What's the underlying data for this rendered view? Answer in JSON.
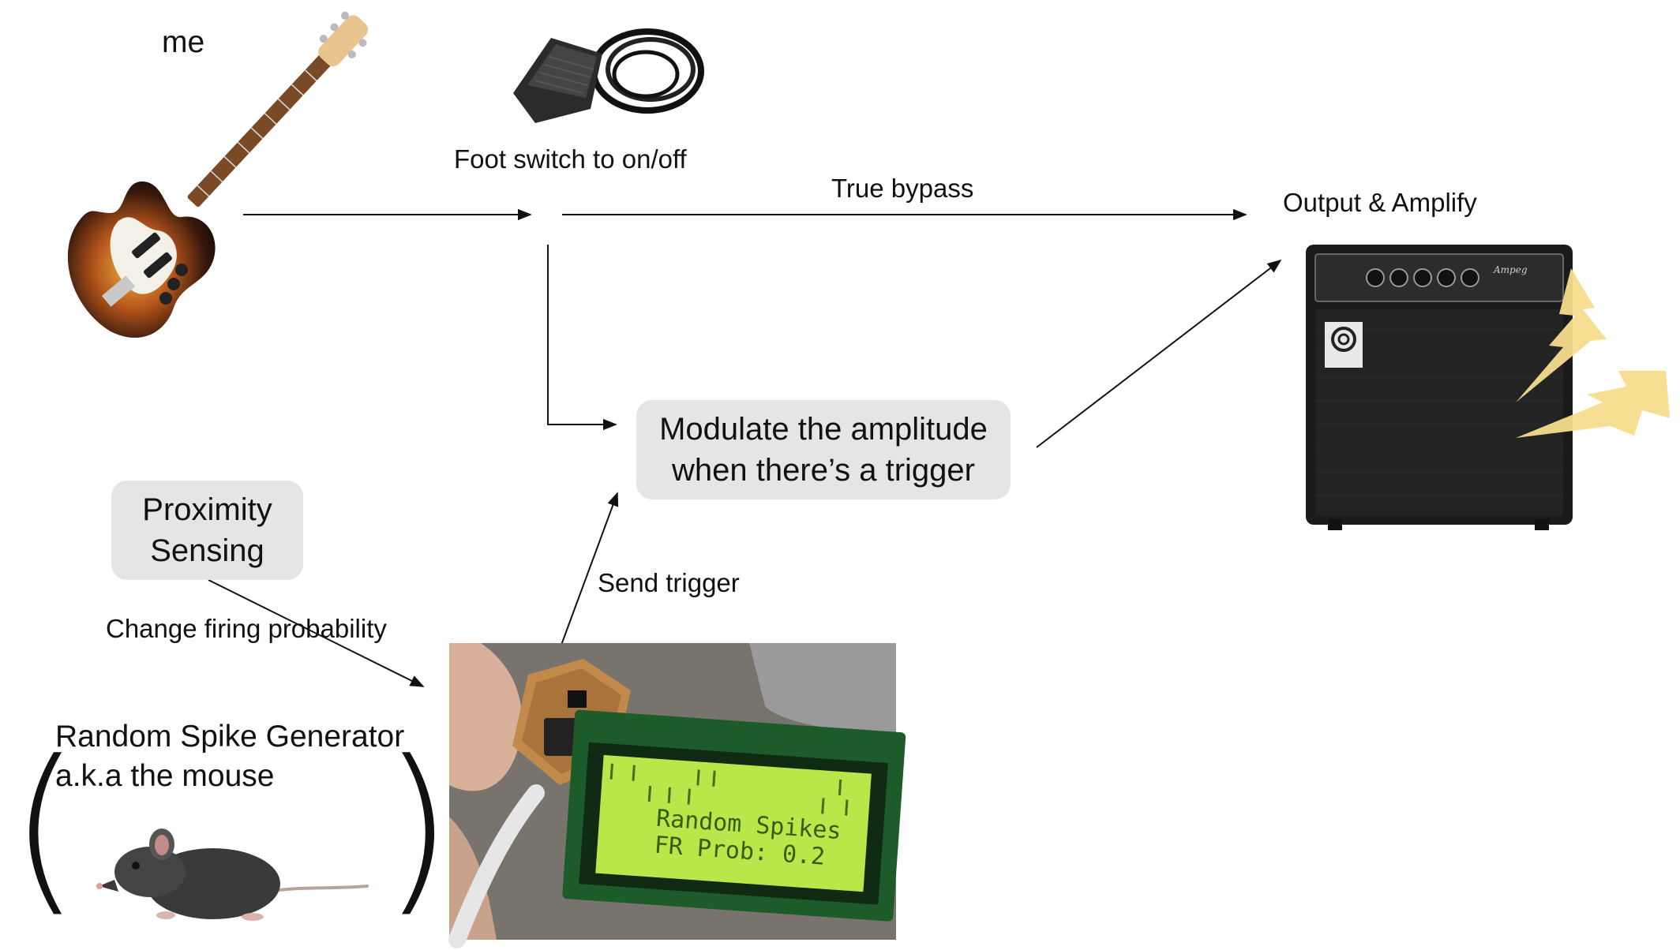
{
  "labels": {
    "me": "me",
    "foot_switch": "Foot switch to on/off",
    "true_bypass": "True bypass",
    "output": "Output & Amplify",
    "send_trigger": "Send trigger",
    "change_firing": "Change firing probability",
    "random_spike_line1": "Random Spike Generator",
    "random_spike_line2": "a.k.a the mouse"
  },
  "boxes": {
    "modulate_line1": "Modulate the amplitude",
    "modulate_line2": "when there’s a trigger",
    "proximity_line1": "Proximity",
    "proximity_line2": "Sensing"
  },
  "lcd": {
    "line1": "Random Spikes",
    "line2": "FR Prob: 0.2"
  },
  "amp": {
    "brand": "Ampeg"
  },
  "colors": {
    "box_fill": "#e5e5e5",
    "lightning": "#f5dc8c",
    "lcd_screen": "#b7e84a",
    "arrow": "#111111"
  },
  "icons": [
    "bass-guitar-icon",
    "foot-switch-icon",
    "bass-amplifier-icon",
    "lightning-icon",
    "mouse-animal-icon",
    "circuit-board-photo"
  ]
}
